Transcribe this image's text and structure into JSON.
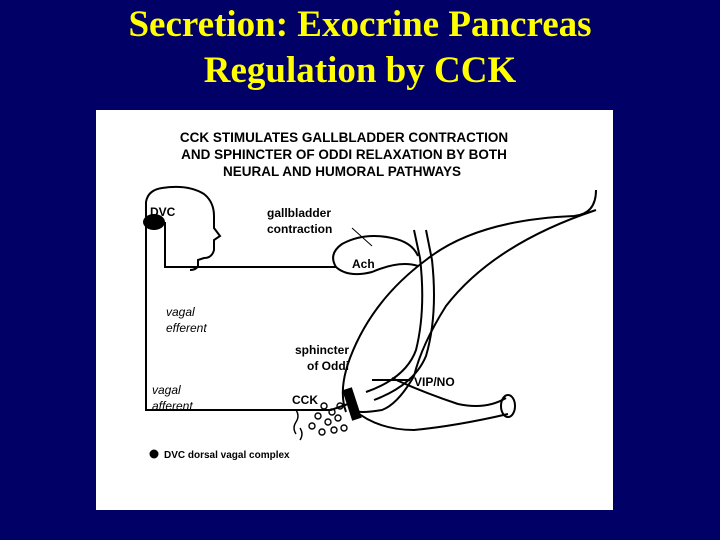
{
  "title": {
    "line1": "Secretion: Exocrine Pancreas",
    "line2": "Regulation by CCK"
  },
  "figure": {
    "header": [
      "CCK STIMULATES GALLBLADDER CONTRACTION",
      "AND SPHINCTER OF ODDI RELAXATION BY BOTH",
      "NEURAL AND HUMORAL PATHWAYS"
    ],
    "labels": {
      "dvc": "DVC",
      "gallbladder_1": "gallbladder",
      "gallbladder_2": "contraction",
      "ach": "Ach",
      "vagal_efferent_1": "vagal",
      "vagal_efferent_2": "efferent",
      "sphincter_1": "sphincter",
      "sphincter_2": "of Oddi",
      "vip_no": "VIP/NO",
      "vagal_afferent_1": "vagal",
      "vagal_afferent_2": "afferent",
      "cck": "CCK",
      "legend": "DVC dorsal vagal complex"
    }
  }
}
